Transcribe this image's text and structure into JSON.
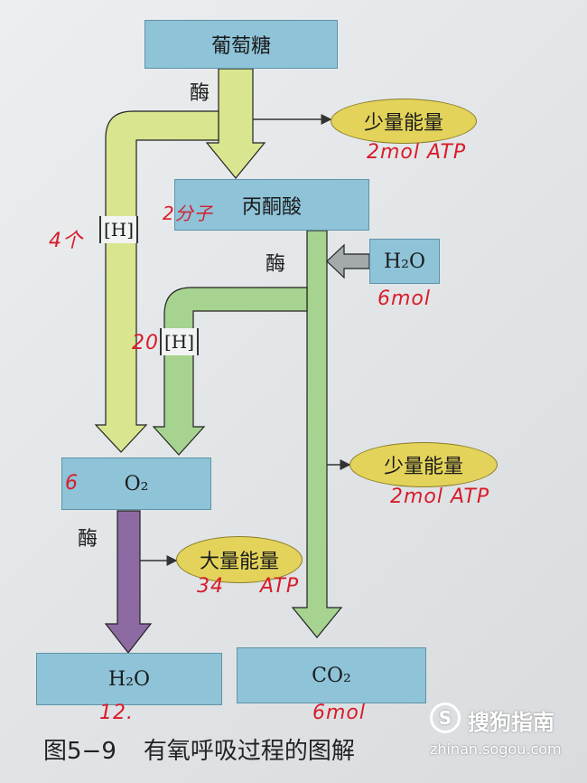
{
  "diagram": {
    "nodes": {
      "glucose": "葡萄糖",
      "pyruvate": "丙酮酸",
      "water_in": "H₂O",
      "oxygen": "O₂",
      "water_out": "H₂O",
      "co2": "CO₂"
    },
    "enzyme_labels": [
      "酶",
      "酶",
      "酶"
    ],
    "energy": {
      "stage1": "少量能量",
      "stage2": "少量能量",
      "stage3": "大量能量"
    },
    "hydrogen_labels": [
      "[H]",
      "[H]"
    ],
    "caption": {
      "number": "图5−9",
      "text": "有氧呼吸过程的图解"
    },
    "colors": {
      "node_fill": "#8ec3d8",
      "energy_fill": "#e3d35a",
      "arrow_yellow": "#d9e58f",
      "arrow_green": "#a6d38f",
      "arrow_purple": "#8e6aa3",
      "arrow_gray": "#a4a9ab",
      "handwriting": "#d81c2a"
    }
  },
  "annotations": {
    "atp_stage1": "2mol ATP",
    "pyruvate_count": "2分子",
    "h_stage1": "4个",
    "water_in_amount": "6mol",
    "h_stage2": "20",
    "atp_stage2": "2mol ATP",
    "oxygen_count": "6",
    "atp_stage3_num": "34",
    "atp_stage3_unit": "ATP",
    "water_out_amount": "12.",
    "co2_amount": "6mol"
  },
  "watermark": {
    "logo_glyph": "S",
    "name": "搜狗指南",
    "url": "zhinan.sogou.com"
  }
}
